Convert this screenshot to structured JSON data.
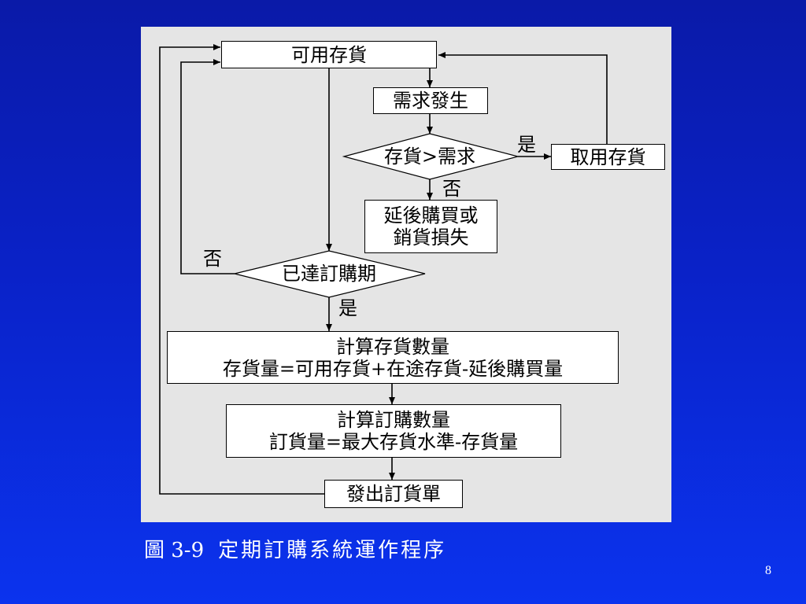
{
  "flowchart": {
    "nodes": {
      "available_stock": "可用存貨",
      "demand_occurs": "需求發生",
      "stock_vs_demand": "存貨>需求",
      "take_stock": "取用存貨",
      "backorder_line1": "延後購買或",
      "backorder_line2": "銷貨損失",
      "order_period": "已達訂購期",
      "compute_stock_title": "計算存貨數量",
      "compute_stock_formula": "存貨量=可用存貨+在途存貨-延後購買量",
      "compute_order_title": "計算訂購數量",
      "compute_order_formula": "訂貨量=最大存貨水準-存貨量",
      "issue_order": "發出訂貨單"
    },
    "edge_labels": {
      "yes_take_stock": "是",
      "no_backorder": "否",
      "no_loop_back": "否",
      "yes_compute": "是"
    },
    "colors": {
      "panel": "#e5e5e5",
      "box": "#ffffff",
      "line": "#000000"
    }
  },
  "caption": {
    "figure_no": "圖 3-9",
    "title": "定期訂購系統運作程序"
  },
  "page_number": "8",
  "colors": {
    "background_top": "#0a1aa8",
    "background_bottom": "#0b33ee",
    "caption_text": "#ffffff"
  }
}
